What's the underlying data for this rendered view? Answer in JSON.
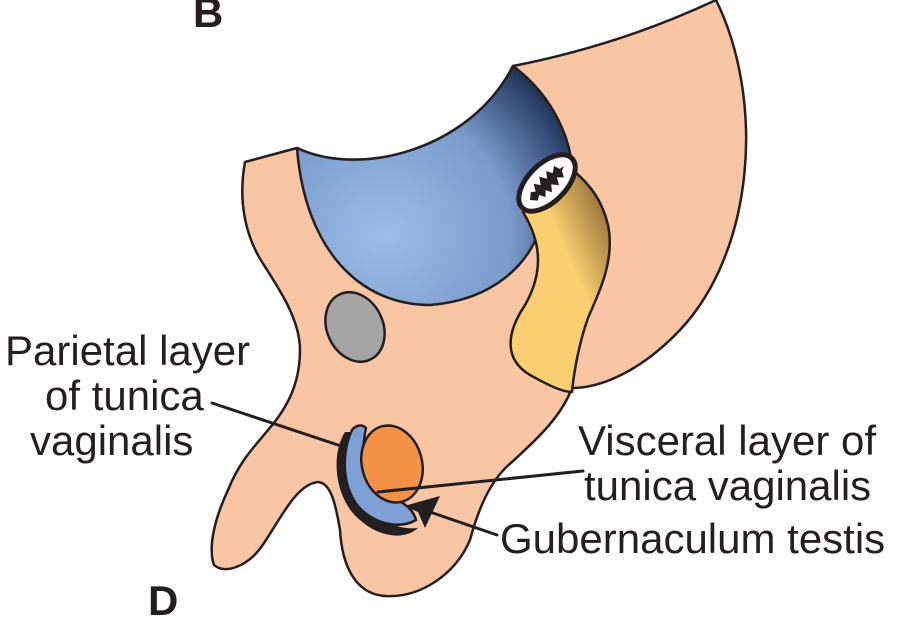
{
  "panel_labels": {
    "top": "B",
    "bottom": "D"
  },
  "labels": {
    "parietal": [
      "Parietal layer",
      "of tunica",
      "vaginalis"
    ],
    "visceral": [
      "Visceral layer of",
      "tunica vaginalis"
    ],
    "gubernaculum": "Gubernaculum testis"
  },
  "colors": {
    "body": "#F8C6A4",
    "cavity_light": "#9DBDE8",
    "cavity_mid": "#7A9CCB",
    "cavity_deep": "#2E4670",
    "cavity_dark": "#0E1A33",
    "duct": "#F9CF72",
    "duct_shadow": "#7A5522",
    "oval_gray": "#A5A5A5",
    "testis": "#F4924A",
    "parietal_layer": "#7FA0D4",
    "outline": "#231F20"
  }
}
